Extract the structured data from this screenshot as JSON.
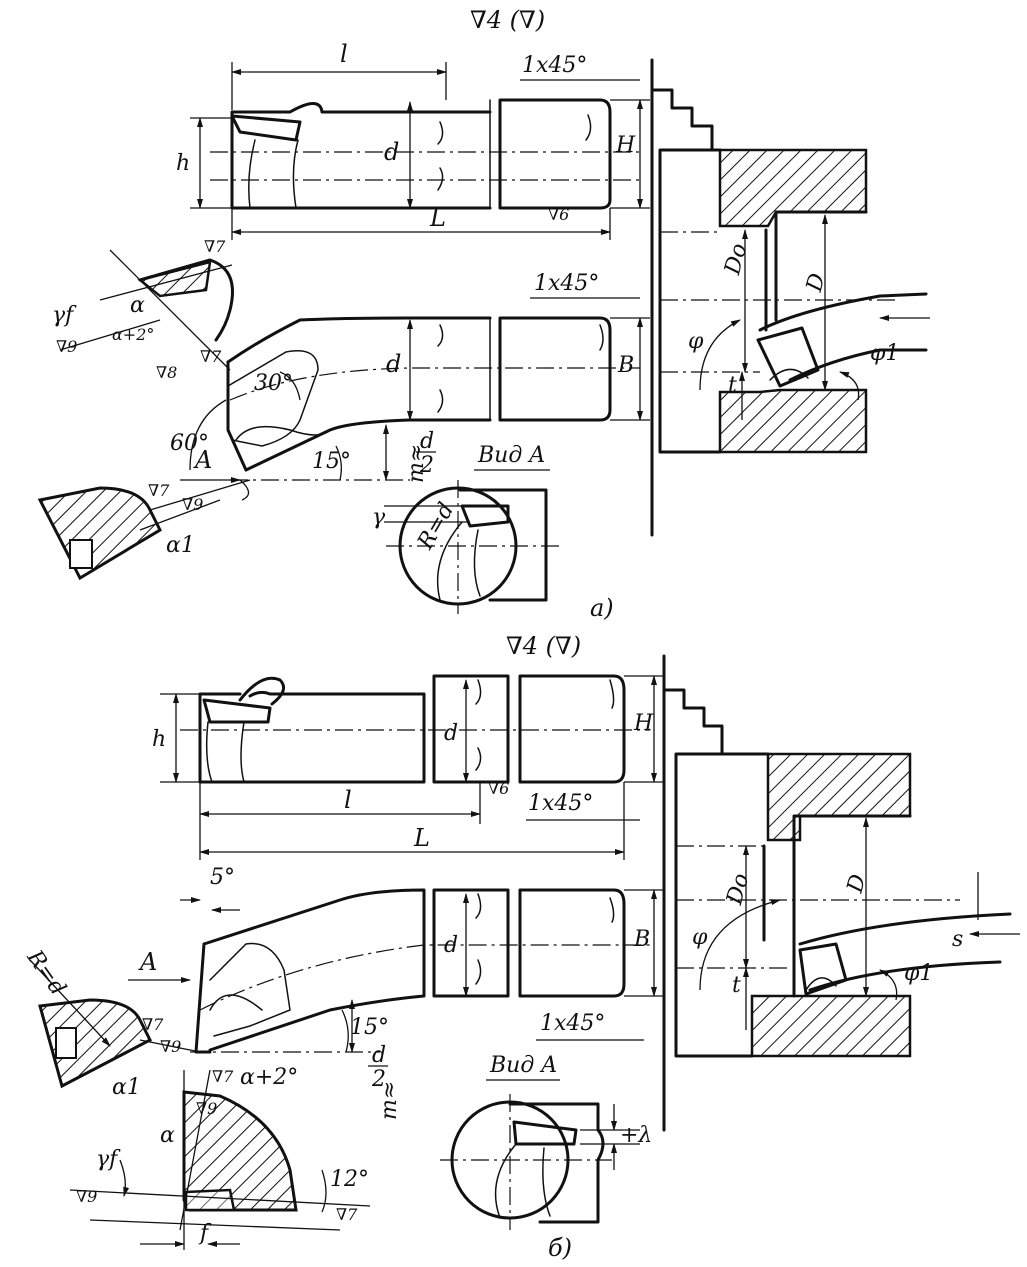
{
  "figure_a": {
    "surface_finish": "∇4 (∇)",
    "chamfer_top": "1x45°",
    "chamfer_mid": "1x45°",
    "dim_l": "l",
    "dim_L": "L",
    "dim_h": "h",
    "dim_d_top": "d",
    "dim_H": "H",
    "dim_d_mid": "d",
    "dim_B": "B",
    "dim_Do": "Dо",
    "dim_D": "D",
    "angle_phi": "φ",
    "dim_t": "t",
    "angle_phi1": "φ1",
    "finish_6": "∇6",
    "finish_7a": "∇7",
    "finish_9a": "∇9",
    "finish_7b": "∇7",
    "finish_8": "∇8",
    "finish_7c": "∇7",
    "finish_9b": "∇9",
    "angle_gamma_f": "γf",
    "angle_alpha": "α",
    "angle_alpha2": "α+2°",
    "angle_30": "30°",
    "angle_60": "60°",
    "view_arrow": "A",
    "angle_15": "15°",
    "dim_m": "m≈",
    "frac_num": "d",
    "frac_den": "2",
    "view_title": "Вид A",
    "angle_gamma": "γ",
    "radius": "R=d",
    "angle_alpha1": "α1",
    "caption": "а)"
  },
  "figure_b": {
    "surface_finish": "∇4 (∇)",
    "dim_h": "h",
    "dim_d_top": "d",
    "dim_H": "H",
    "finish_6": "∇6",
    "dim_l": "l",
    "chamfer_top": "1x45°",
    "dim_L": "L",
    "angle_5": "5°",
    "dim_Do": "Dо",
    "dim_D": "D",
    "dim_d_mid": "d",
    "dim_B": "B",
    "angle_phi": "φ",
    "dim_t": "t",
    "feed_s": "s",
    "angle_phi1": "φ1",
    "view_arrow": "A",
    "radius": "R=d",
    "finish_7a": "∇7",
    "finish_9a": "∇9",
    "angle_alpha1": "α1",
    "angle_15": "15°",
    "chamfer_bot": "1x45°",
    "dim_m": "m≈",
    "frac_num": "d",
    "frac_den": "2",
    "finish_7b": "∇7",
    "angle_alpha2": "α+2°",
    "finish_9b": "∇9",
    "angle_alpha": "α",
    "view_title": "Вид A",
    "lambda": "+λ",
    "angle_gamma_f": "γf",
    "angle_12": "12°",
    "finish_9c": "∇9",
    "finish_7c": "∇7",
    "dim_f": "f",
    "caption": "б)"
  }
}
